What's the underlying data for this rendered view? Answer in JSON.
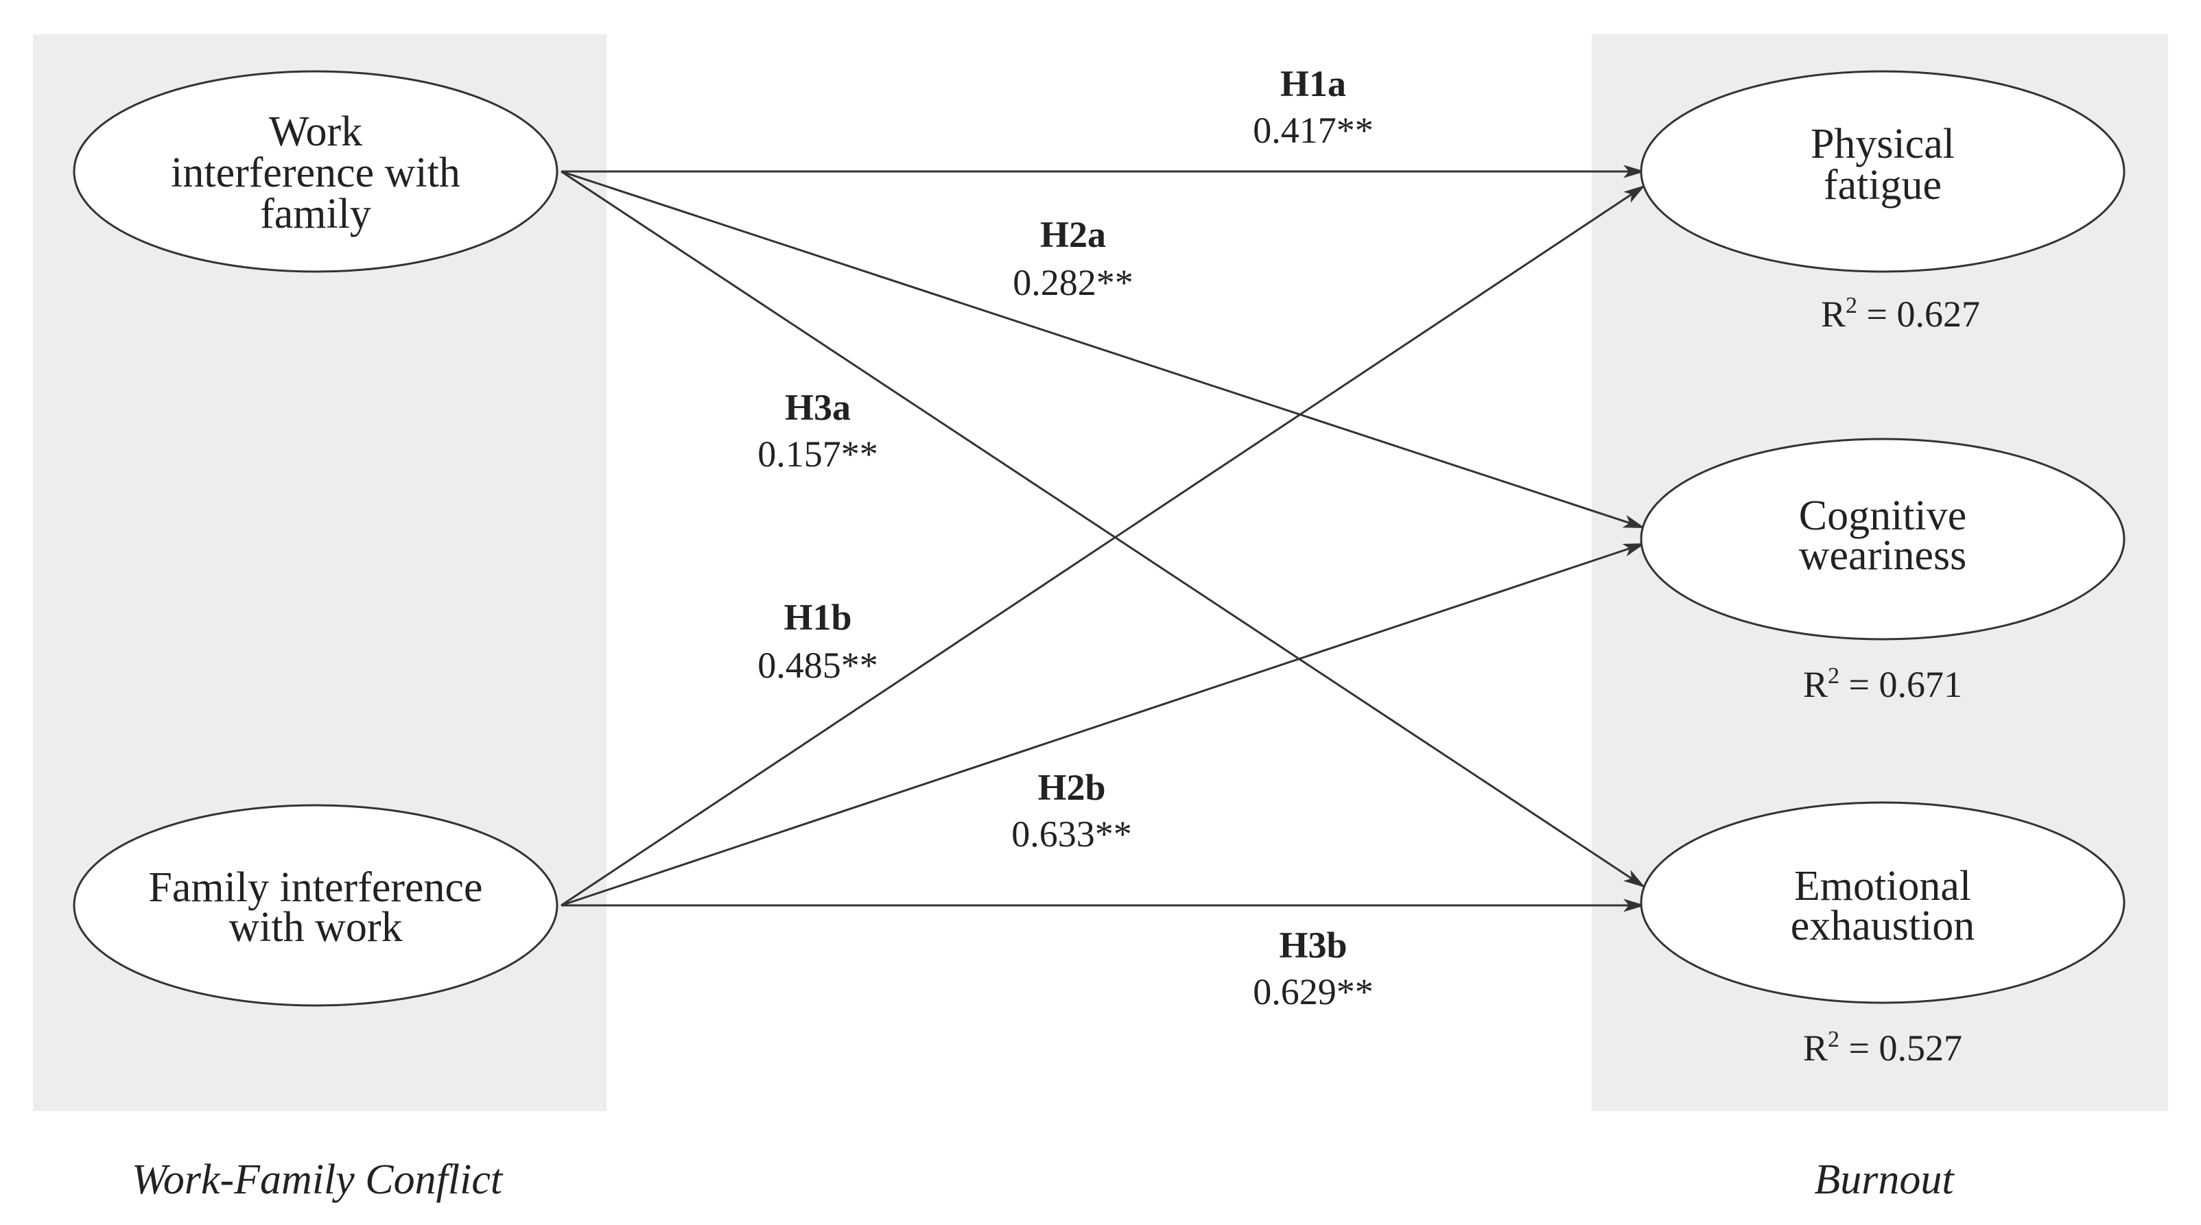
{
  "sections": {
    "left_label": "Work-Family Conflict",
    "right_label": "Burnout"
  },
  "nodes": {
    "wif": {
      "lines": [
        "Work",
        "interference with",
        "family"
      ]
    },
    "fiw": {
      "lines": [
        "Family interference",
        "with work"
      ]
    },
    "physical": {
      "lines": [
        "Physical",
        "fatigue"
      ]
    },
    "cognitive": {
      "lines": [
        "Cognitive",
        "weariness"
      ]
    },
    "emotional": {
      "lines": [
        "Emotional",
        "exhaustion"
      ]
    }
  },
  "r_squared": {
    "physical": {
      "symbol": "R",
      "sup": "2",
      "value": " = 0.627"
    },
    "cognitive": {
      "symbol": "R",
      "sup": "2",
      "value": " = 0.671"
    },
    "emotional": {
      "symbol": "R",
      "sup": "2",
      "value": " = 0.527"
    }
  },
  "paths": [
    {
      "id": "h1a",
      "from": "wif",
      "to": "physical",
      "hypothesis": "H1a",
      "coefficient": "0.417**"
    },
    {
      "id": "h2a",
      "from": "wif",
      "to": "cognitive",
      "hypothesis": "H2a",
      "coefficient": "0.282**"
    },
    {
      "id": "h3a",
      "from": "wif",
      "to": "emotional",
      "hypothesis": "H3a",
      "coefficient": "0.157**"
    },
    {
      "id": "h1b",
      "from": "fiw",
      "to": "physical",
      "hypothesis": "H1b",
      "coefficient": "0.485**"
    },
    {
      "id": "h2b",
      "from": "fiw",
      "to": "cognitive",
      "hypothesis": "H2b",
      "coefficient": "0.633**"
    },
    {
      "id": "h3b",
      "from": "fiw",
      "to": "emotional",
      "hypothesis": "H3b",
      "coefficient": "0.629**"
    }
  ]
}
